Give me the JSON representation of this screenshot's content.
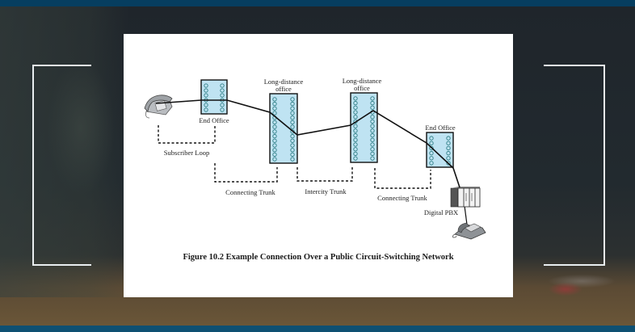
{
  "diagram": {
    "caption": "Figure 10.2   Example Connection Over a Public Circuit-Switching Network",
    "nodes": {
      "telephone_left": {
        "label": ""
      },
      "end_office_left": {
        "label": "End Office"
      },
      "long_distance_1": {
        "label_line1": "Long-distance",
        "label_line2": "office"
      },
      "long_distance_2": {
        "label_line1": "Long-distance",
        "label_line2": "office"
      },
      "end_office_right": {
        "label": "End Office"
      },
      "digital_pbx": {
        "label": "Digital PBX"
      },
      "telephone_right": {
        "label": ""
      }
    },
    "links": {
      "subscriber_loop": "Subscriber Loop",
      "connecting_trunk_left": "Connecting Trunk",
      "intercity_trunk": "Intercity Trunk",
      "connecting_trunk_right": "Connecting Trunk"
    }
  },
  "colors": {
    "switch_fill": "#bfe3f2",
    "port_stroke": "#2f7f86",
    "top_bar": "#063e60",
    "bottom_bar": "#0e5072"
  }
}
